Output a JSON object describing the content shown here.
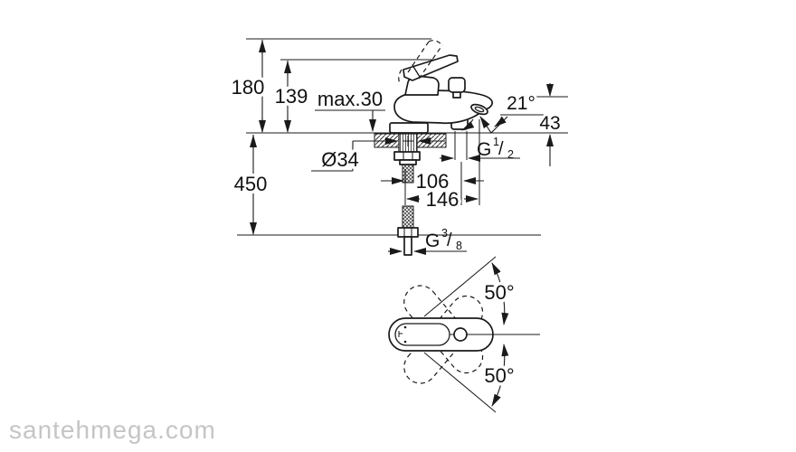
{
  "drawing": {
    "front_view": {
      "dim_labels": {
        "total_height": "180",
        "lever_height": "139",
        "deck_thickness": "max.30",
        "hose_length": "450",
        "shank_diameter": "Ø34",
        "spout_angle": "21°",
        "spout_height": "43",
        "shower_projection": "106",
        "spout_projection": "146"
      },
      "threads": {
        "shower_outlet": {
          "base": "G",
          "numerator": "1",
          "divider": "/",
          "denominator": "2"
        },
        "supply": {
          "base": "G",
          "numerator": "3",
          "divider": "/",
          "denominator": "8"
        }
      }
    },
    "top_view": {
      "swivel_up": "50°",
      "swivel_down": "50°"
    }
  },
  "watermark": {
    "text": "santehmega.com"
  },
  "colors": {
    "line": "#1a1a1a",
    "watermark": "#c5c5c5",
    "background": "#ffffff"
  }
}
